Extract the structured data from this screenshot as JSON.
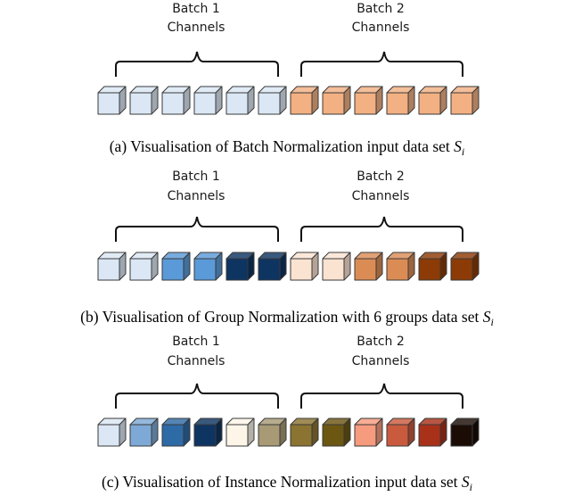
{
  "panels": [
    {
      "batch1": {
        "line1": "Batch 1",
        "line2": "Channels"
      },
      "batch2": {
        "line1": "Batch 2",
        "line2": "Channels"
      },
      "cubes": [
        "#dbe7f4",
        "#dbe7f4",
        "#dbe7f4",
        "#dbe7f4",
        "#dbe7f4",
        "#dbe7f4",
        "#f2b083",
        "#f2b083",
        "#f2b083",
        "#f2b083",
        "#f2b083",
        "#f2b083"
      ],
      "caption": {
        "text": "(a) Visualisation of Batch Normalization input data set ",
        "math": "S",
        "sub": "i"
      }
    },
    {
      "batch1": {
        "line1": "Batch 1",
        "line2": "Channels"
      },
      "batch2": {
        "line1": "Batch 2",
        "line2": "Channels"
      },
      "cubes": [
        "#dbe7f4",
        "#dbe7f4",
        "#5a9ad8",
        "#5a9ad8",
        "#0e3461",
        "#0e3461",
        "#fbe3d2",
        "#fbe3d2",
        "#db8c55",
        "#db8c55",
        "#8c3b06",
        "#8c3b06"
      ],
      "caption": {
        "text": "(b) Visualisation of Group Normalization with 6 groups data set ",
        "math": "S",
        "sub": "i"
      }
    },
    {
      "batch1": {
        "line1": "Batch 1",
        "line2": "Channels"
      },
      "batch2": {
        "line1": "Batch 2",
        "line2": "Channels"
      },
      "cubes": [
        "#dbe7f4",
        "#7ea9d6",
        "#2e6aa6",
        "#0e3461",
        "#fcf5e8",
        "#a79a75",
        "#8b7331",
        "#6b5612",
        "#f79b7e",
        "#ca5a3d",
        "#a9311a",
        "#1b0c05"
      ],
      "caption": {
        "text": "(c) Visualisation of Instance Normalization input data set ",
        "math": "S",
        "sub": "i"
      }
    }
  ]
}
